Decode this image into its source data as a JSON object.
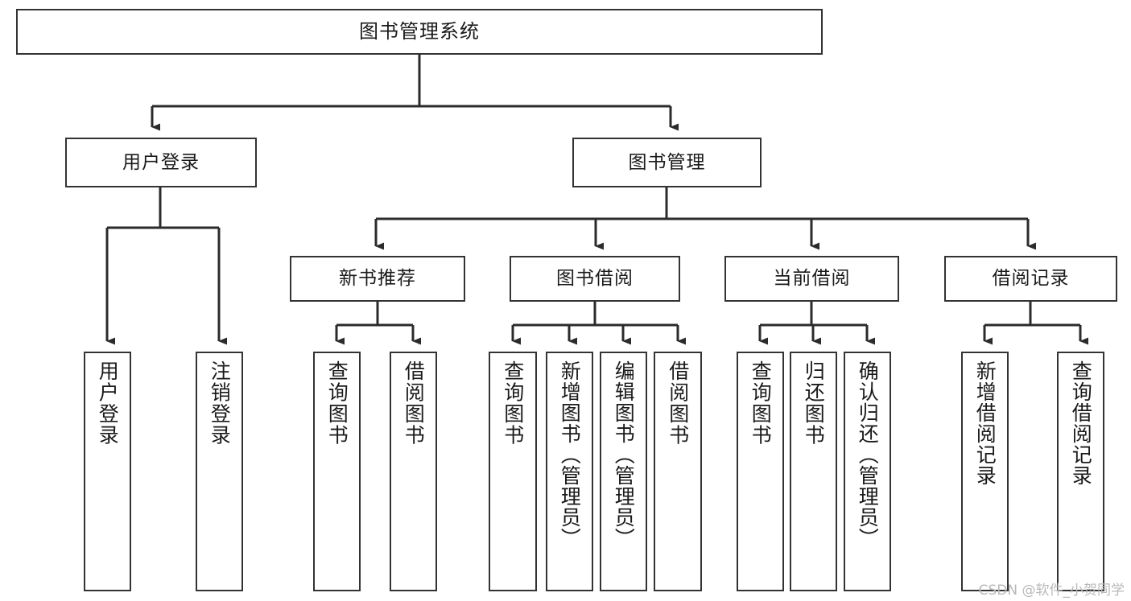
{
  "diagram": {
    "title": "图书管理系统",
    "type": "functional-structure-tree",
    "nodes": {
      "root": {
        "label": "图书管理系统"
      },
      "level1": [
        {
          "id": "user-login",
          "label": "用户登录"
        },
        {
          "id": "book-manage",
          "label": "图书管理"
        }
      ],
      "level2": [
        {
          "id": "new-book-recommend",
          "label": "新书推荐"
        },
        {
          "id": "book-borrow",
          "label": "图书借阅"
        },
        {
          "id": "current-borrow",
          "label": "当前借阅"
        },
        {
          "id": "borrow-record",
          "label": "借阅记录"
        }
      ],
      "leaves": {
        "user-login": [
          {
            "id": "leaf-user-login",
            "label": "用户登录"
          },
          {
            "id": "leaf-logout",
            "label": "注销登录"
          }
        ],
        "new-book-recommend": [
          {
            "id": "leaf-query-book-1",
            "label": "查询图书"
          },
          {
            "id": "leaf-borrow-book-1",
            "label": "借阅图书"
          }
        ],
        "book-borrow": [
          {
            "id": "leaf-query-book-2",
            "label": "查询图书"
          },
          {
            "id": "leaf-add-book",
            "label": "新增图书（管理员）"
          },
          {
            "id": "leaf-edit-book",
            "label": "编辑图书（管理员）"
          },
          {
            "id": "leaf-borrow-book-2",
            "label": "借阅图书"
          }
        ],
        "current-borrow": [
          {
            "id": "leaf-query-book-3",
            "label": "查询图书"
          },
          {
            "id": "leaf-return-book",
            "label": "归还图书"
          },
          {
            "id": "leaf-confirm-return",
            "label": "确认归还（管理员）"
          }
        ],
        "borrow-record": [
          {
            "id": "leaf-add-record",
            "label": "新增借阅记录"
          },
          {
            "id": "leaf-query-record",
            "label": "查询借阅记录"
          }
        ]
      }
    },
    "watermark": "CSDN @软件_小贺同学",
    "colors": {
      "stroke": "#333333",
      "text": "#1a1a1a",
      "background": "#ffffff",
      "watermark": "#b9b9b9"
    }
  }
}
